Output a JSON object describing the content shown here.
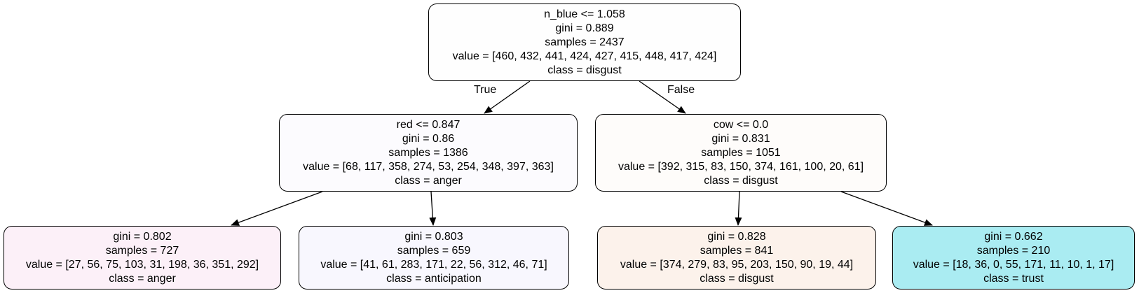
{
  "nodes": {
    "root": {
      "split": "n_blue <= 1.058",
      "gini": "gini = 0.889",
      "samples": "samples = 2437",
      "value": "value = [460, 432, 441, 424, 427, 415, 448, 417, 424]",
      "class": "class = disgust",
      "fill": "#fefefe"
    },
    "left": {
      "split": "red <= 0.847",
      "gini": "gini = 0.86",
      "samples": "samples = 1386",
      "value": "value = [68, 117, 358, 274, 53, 254, 348, 397, 363]",
      "class": "class = anger",
      "fill": "#fcfbfe"
    },
    "right": {
      "split": "cow <= 0.0",
      "gini": "gini = 0.831",
      "samples": "samples = 1051",
      "value": "value = [392, 315, 83, 150, 374, 161, 100, 20, 61]",
      "class": "class = disgust",
      "fill": "#fefcfa"
    },
    "leaf_ll": {
      "gini": "gini = 0.802",
      "samples": "samples = 727",
      "value": "value = [27, 56, 75, 103, 31, 198, 36, 351, 292]",
      "class": "class = anger",
      "fill": "#fcf0f8"
    },
    "leaf_lr": {
      "gini": "gini = 0.803",
      "samples": "samples = 659",
      "value": "value = [41, 61, 283, 171, 22, 56, 312, 46, 71]",
      "class": "class = anticipation",
      "fill": "#f8f7fe"
    },
    "leaf_rl": {
      "gini": "gini = 0.828",
      "samples": "samples = 841",
      "value": "value = [374, 279, 83, 95, 203, 150, 90, 19, 44]",
      "class": "class = disgust",
      "fill": "#fcf2eb"
    },
    "leaf_rr": {
      "gini": "gini = 0.662",
      "samples": "samples = 210",
      "value": "value = [18, 36, 0, 55, 171, 11, 10, 1, 17]",
      "class": "class = trust",
      "fill": "#aaecf2"
    }
  },
  "edge_labels": {
    "true": "True",
    "false": "False"
  }
}
